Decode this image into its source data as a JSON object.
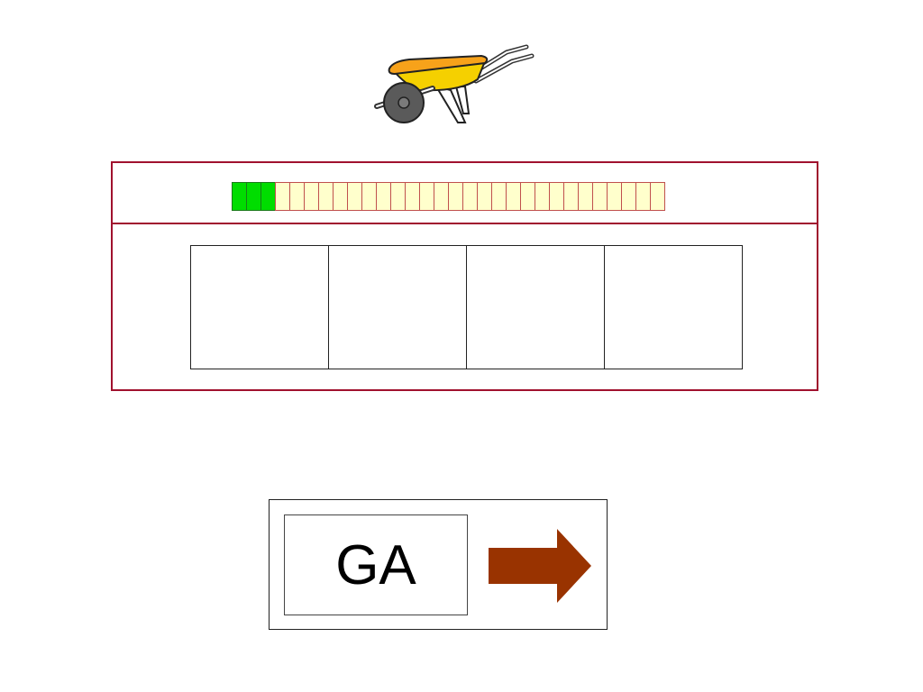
{
  "picture": {
    "icon": "wheelbarrow-icon"
  },
  "progress": {
    "total_steps": 30,
    "completed_steps": 3,
    "done_color": "#00dd00",
    "pending_color": "#ffffcc"
  },
  "answer_slots": [
    {
      "text": ""
    },
    {
      "text": ""
    },
    {
      "text": ""
    },
    {
      "text": ""
    }
  ],
  "syllable_card": {
    "syllable": "GA",
    "next_icon": "right-arrow-icon",
    "arrow_color": "#993300"
  },
  "colors": {
    "panel_border": "#a0112e"
  }
}
